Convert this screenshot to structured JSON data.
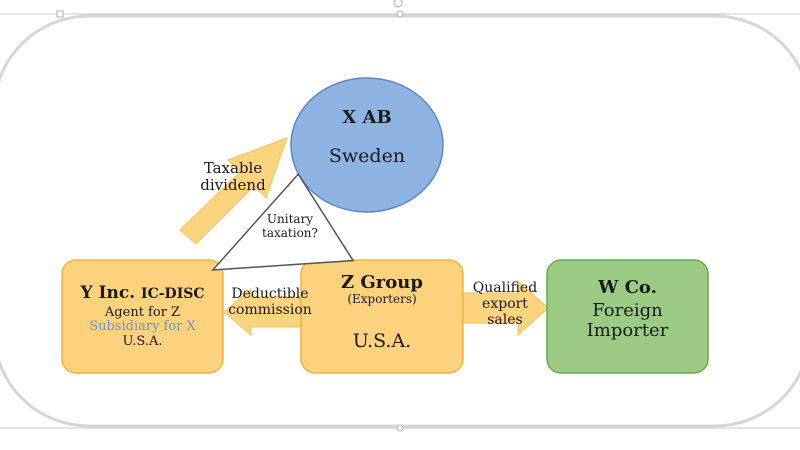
{
  "nodes": {
    "x_ab": {
      "name": "X AB",
      "country": "Sweden"
    },
    "y_inc": {
      "name": "Y Inc.",
      "tag": "IC-DISC",
      "line1": "Agent for Z",
      "line2": "Subsidiary for X",
      "line3": "U.S.A."
    },
    "z_group": {
      "name": "Z Group",
      "sub": "(Exporters)",
      "country": "U.S.A."
    },
    "w_co": {
      "name": "W Co.",
      "line1": "Foreign",
      "line2": "Importer"
    }
  },
  "edges": {
    "taxable_dividend": {
      "line1": "Taxable",
      "line2": "dividend"
    },
    "deductible_commission": {
      "line1": "Deductible",
      "line2": "commission"
    },
    "qualified_export": {
      "line1": "Qualified",
      "line2": "export",
      "line3": "sales"
    }
  },
  "triangle": {
    "line1": "Unitary",
    "line2": "taxation?"
  },
  "colors": {
    "circle_fill": "#8fb4e3",
    "circle_stroke": "#5b87c5",
    "orange_fill": "#fdd27e",
    "orange_stroke": "#f2b13c",
    "arrow_fill": "#fcd480",
    "green_fill": "#9ccc84",
    "green_stroke": "#6aa84f",
    "subsidiary_text": "#5b9bd5"
  }
}
